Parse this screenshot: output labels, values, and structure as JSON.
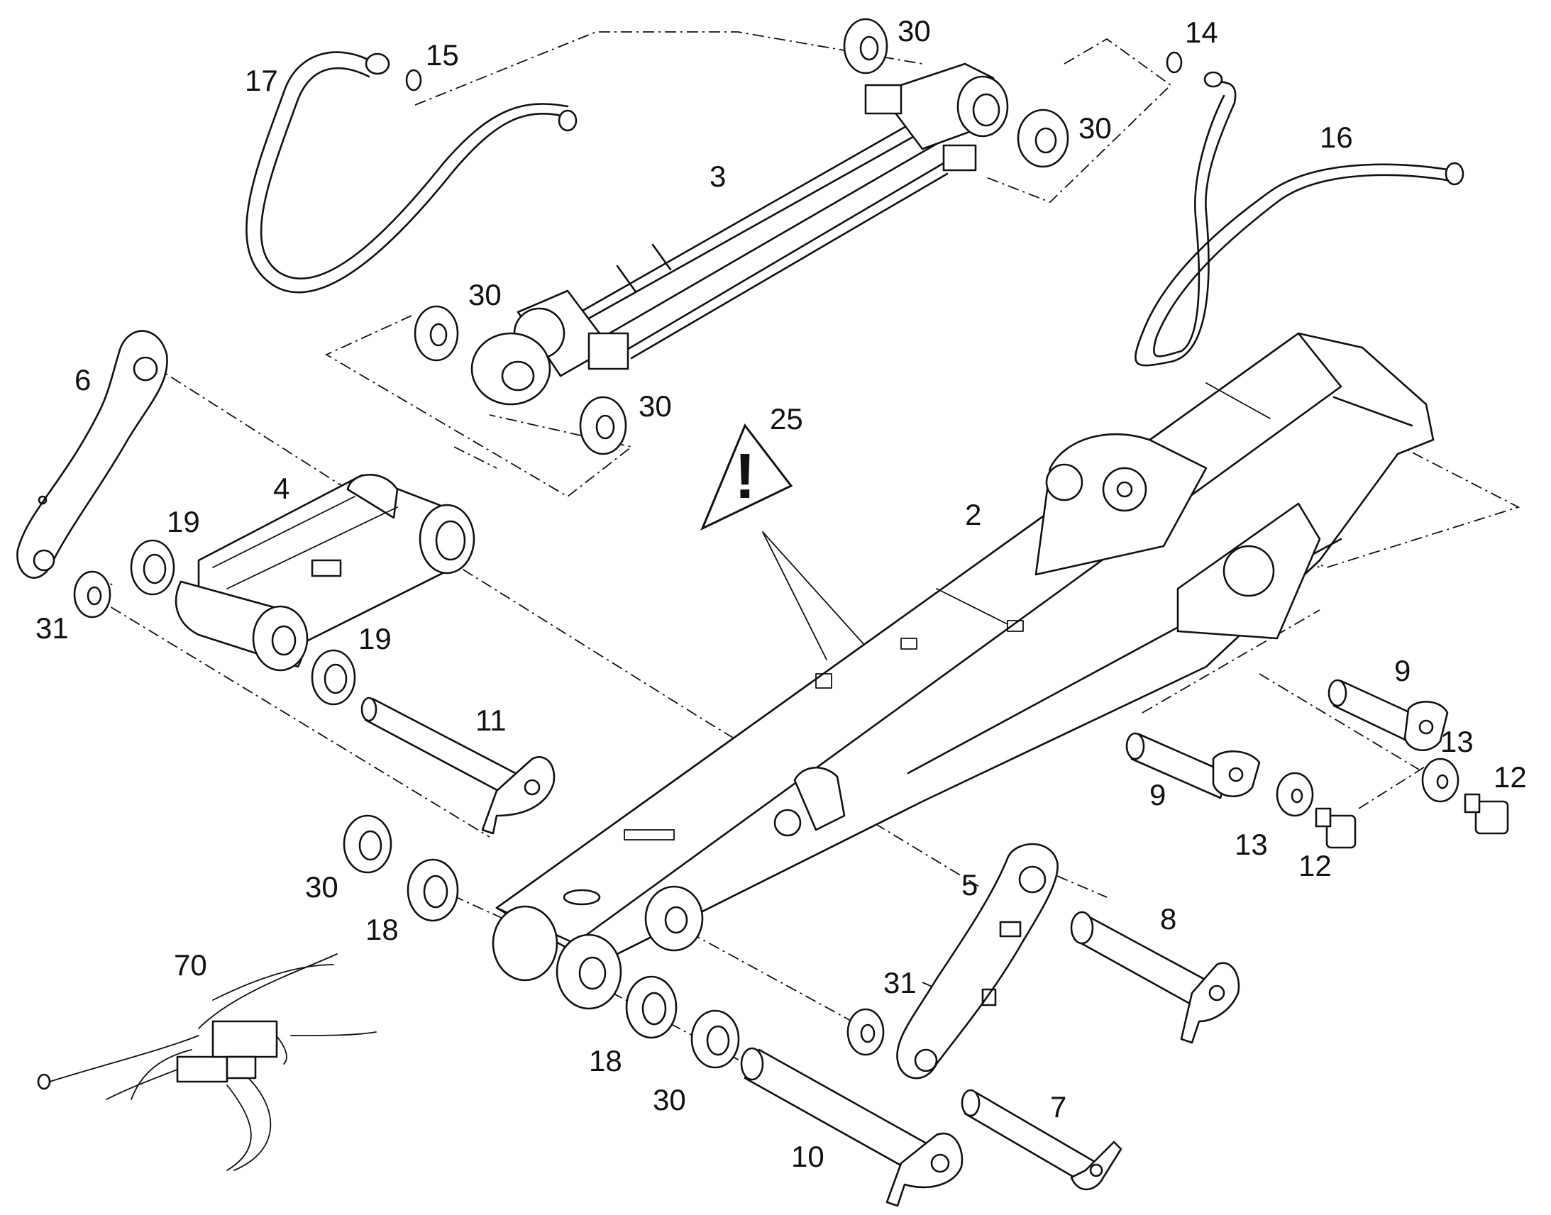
{
  "diagram": {
    "callouts": {
      "c2": "2",
      "c3": "3",
      "c4": "4",
      "c5": "5",
      "c6": "6",
      "c7": "7",
      "c8": "8",
      "c9a": "9",
      "c9b": "9",
      "c10": "10",
      "c11": "11",
      "c12a": "12",
      "c12b": "12",
      "c13a": "13",
      "c13b": "13",
      "c14": "14",
      "c15": "15",
      "c16": "16",
      "c17": "17",
      "c18a": "18",
      "c18b": "18",
      "c19a": "19",
      "c19b": "19",
      "c25": "25",
      "c30a": "30",
      "c30b": "30",
      "c30c": "30",
      "c30d": "30",
      "c30e": "30",
      "c30f": "30",
      "c31a": "31",
      "c31b": "31",
      "c70": "70"
    },
    "warning_symbol": "!"
  }
}
